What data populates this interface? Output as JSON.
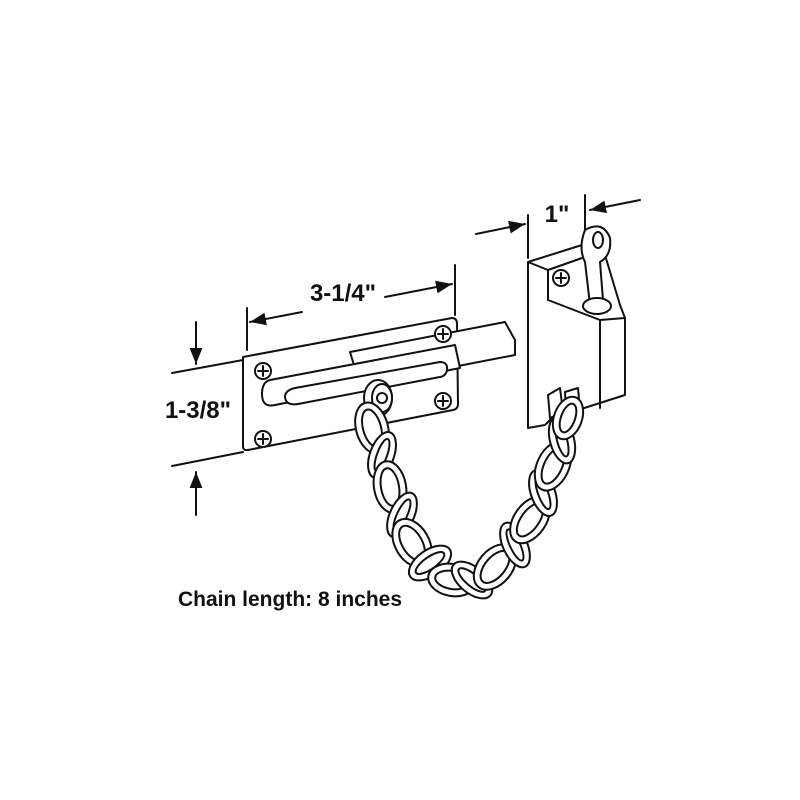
{
  "dimensions": {
    "width_label": "3-1/4\"",
    "height_label": "1-3/8\"",
    "depth_label": "1\""
  },
  "caption": "Chain length: 8 inches",
  "colors": {
    "line": "#111111",
    "background": "#ffffff"
  }
}
